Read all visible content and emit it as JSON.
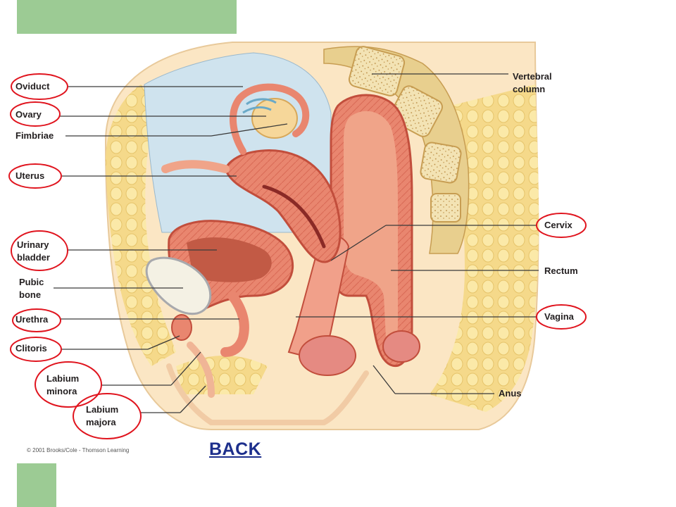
{
  "labels": {
    "oviduct": "Oviduct",
    "ovary": "Ovary",
    "fimbriae": "Fimbriae",
    "uterus": "Uterus",
    "urinary_bladder_1": "Urinary",
    "urinary_bladder_2": "bladder",
    "pubic_bone_1": "Pubic",
    "pubic_bone_2": "bone",
    "urethra": "Urethra",
    "clitoris": "Clitoris",
    "labium_minora_1": "Labium",
    "labium_minora_2": "minora",
    "labium_majora_1": "Labium",
    "labium_majora_2": "majora",
    "vertebral_column_1": "Vertebral",
    "vertebral_column_2": "column",
    "cervix": "Cervix",
    "rectum": "Rectum",
    "vagina": "Vagina",
    "anus": "Anus"
  },
  "credit": "© 2001 Brooks/Cole - Thomson Learning",
  "back_link": "BACK",
  "colors": {
    "accent_green": "#9ccb94",
    "highlight_circle": "#e0141e",
    "link": "#1d2f8c"
  }
}
